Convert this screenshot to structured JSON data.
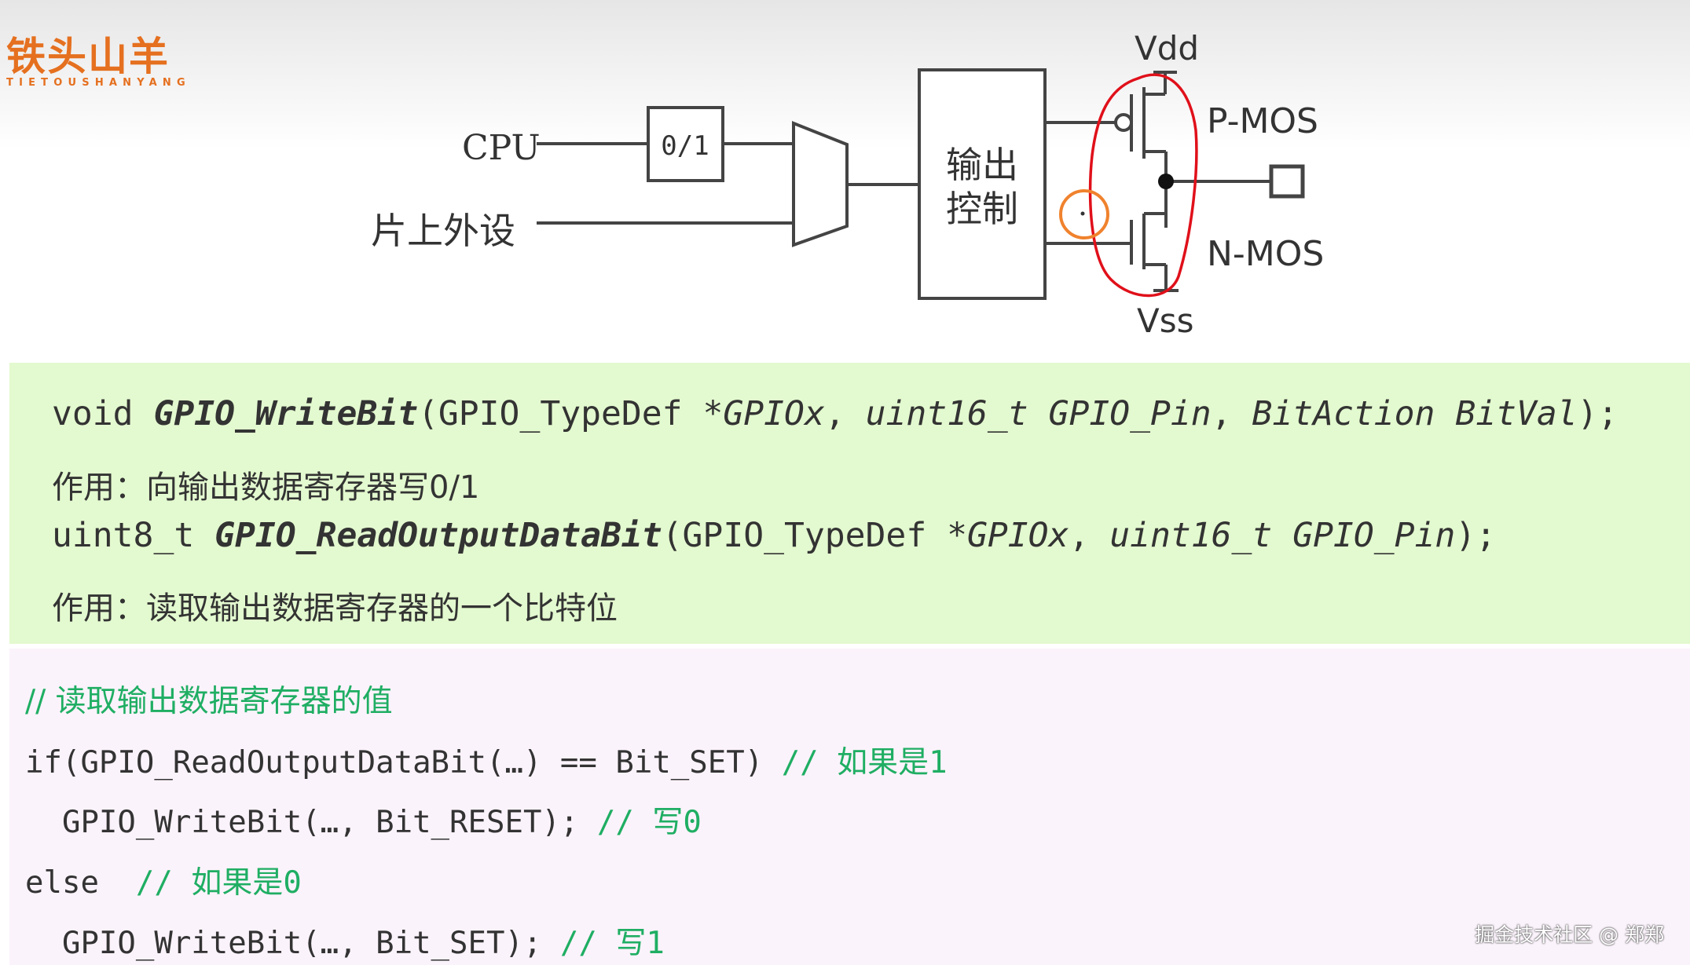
{
  "logo": {
    "cn": "铁头山羊",
    "en": "TIETOUSHANYANG"
  },
  "diagram": {
    "input_cpu": "CPU",
    "input_peripheral": "片上外设",
    "register_value": "0/1",
    "control_line1": "输出",
    "control_line2": "控制",
    "vdd": "Vdd",
    "vss": "Vss",
    "pmos": "P-MOS",
    "nmos": "N-MOS",
    "annotation_color": "#e0101a",
    "marker_color": "#f0822d"
  },
  "functions": {
    "writebit": {
      "ret": "void ",
      "name": "GPIO_WriteBit",
      "open": "(GPIO_TypeDef ",
      "p1": "*GPIOx",
      "sep1": ", ",
      "p2": "uint16_t GPIO_Pin",
      "sep2": ", ",
      "p3": "BitAction BitVal",
      "close": ");",
      "desc": "作用：向输出数据寄存器写0/1"
    },
    "readbit": {
      "ret": "uint8_t ",
      "name": "GPIO_ReadOutputDataBit",
      "open": "(GPIO_TypeDef ",
      "p1": "*GPIOx",
      "sep1": ", ",
      "p2": "uint16_t GPIO_Pin",
      "close": ");",
      "desc": "作用：读取输出数据寄存器的一个比特位"
    }
  },
  "code": {
    "comment_read": "// 读取输出数据寄存器的值",
    "if_line": "if(GPIO_ReadOutputDataBit(…) == Bit_SET) ",
    "if_comment": "// 如果是1",
    "write0_line": "  GPIO_WriteBit(…, Bit_RESET); ",
    "write0_comment": "// 写0",
    "else_line": "else  ",
    "else_comment": "// 如果是0",
    "write1_line": "  GPIO_WriteBit(…, Bit_SET); ",
    "write1_comment": "// 写1"
  },
  "watermark": "掘金技术社区 @ 郑郑"
}
